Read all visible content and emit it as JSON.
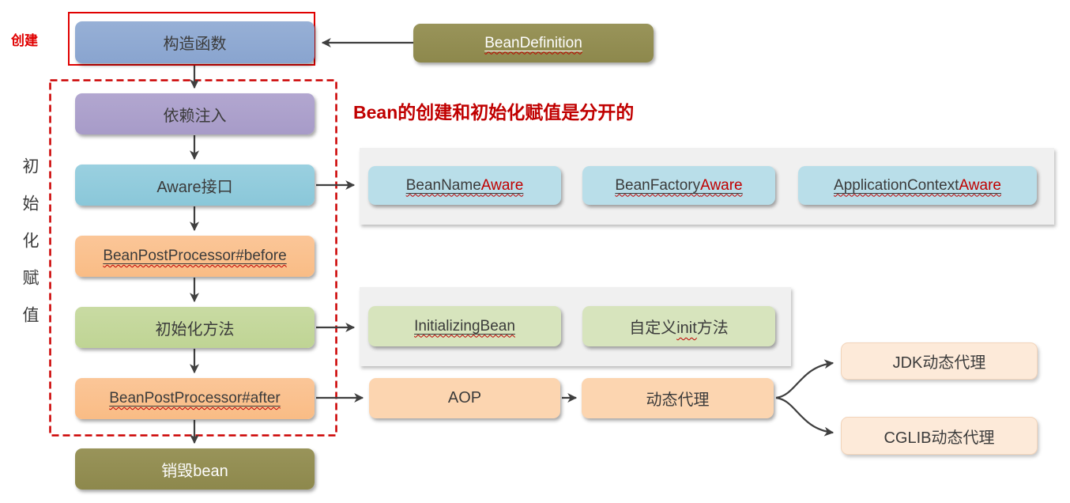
{
  "title_note": "Bean的创建和初始化赋值是分开的",
  "side_labels": {
    "create": "创建",
    "init_assign": "初始化赋值"
  },
  "flow": {
    "constructor": "构造函数",
    "bean_definition": "BeanDefinition",
    "dependency_injection": "依赖注入",
    "aware_interface": "Aware接口",
    "bpp_before": "BeanPostProcessor#before",
    "init_method": "初始化方法",
    "bpp_after": "BeanPostProcessor#after",
    "destroy_bean": "销毁bean"
  },
  "aware_items": [
    {
      "prefix": "BeanName",
      "suffix": "Aware"
    },
    {
      "prefix": "BeanFactory",
      "suffix": "Aware"
    },
    {
      "prefix": "ApplicationContext",
      "suffix": "Aware"
    }
  ],
  "init_items": {
    "initializing_bean": "InitializingBean",
    "custom_init": {
      "pre": "自定义",
      "mid": "init",
      "post": "方法"
    }
  },
  "aop_chain": {
    "aop": "AOP",
    "dynamic_proxy": "动态代理",
    "jdk_proxy": "JDK动态代理",
    "cglib_proxy": "CGLIB动态代理"
  },
  "colors": {
    "red_accent": "#C00000",
    "bright_red": "#E00000",
    "steel_blue": "#8CA6D1",
    "purple": "#ACA0CC",
    "teal": "#90CBDC",
    "light_blue": "#B9DEE9",
    "orange": "#FAC090",
    "green": "#C3D69B",
    "light_green": "#D7E4BD",
    "olive": "#928D51",
    "peach": "#FCD5B0",
    "light_peach": "#FDE9DA",
    "container_gray": "#F0F0F0",
    "arrow": "#3F3F3F"
  }
}
